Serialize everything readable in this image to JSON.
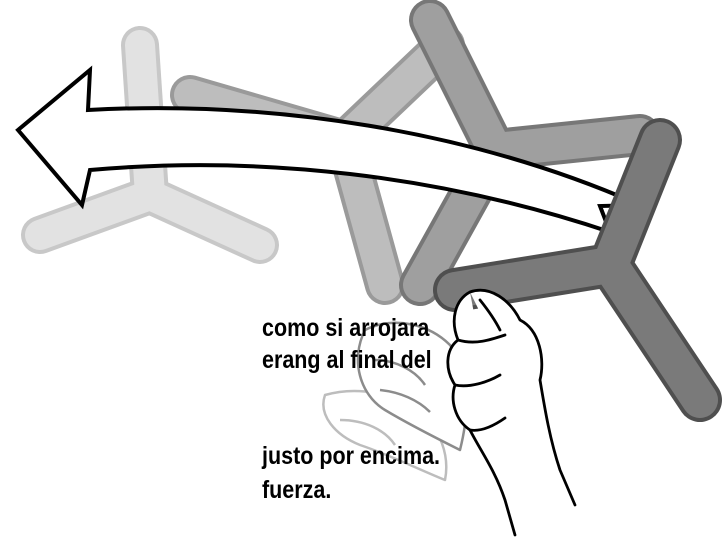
{
  "caption": {
    "line1": "como si arrojara",
    "line2": "erang al final del",
    "line3": "justo por encima.",
    "line4": "fuerza."
  },
  "figure": {
    "arrow": "motion-arrow",
    "boomerang_positions": 4,
    "hand_positions": 3
  }
}
